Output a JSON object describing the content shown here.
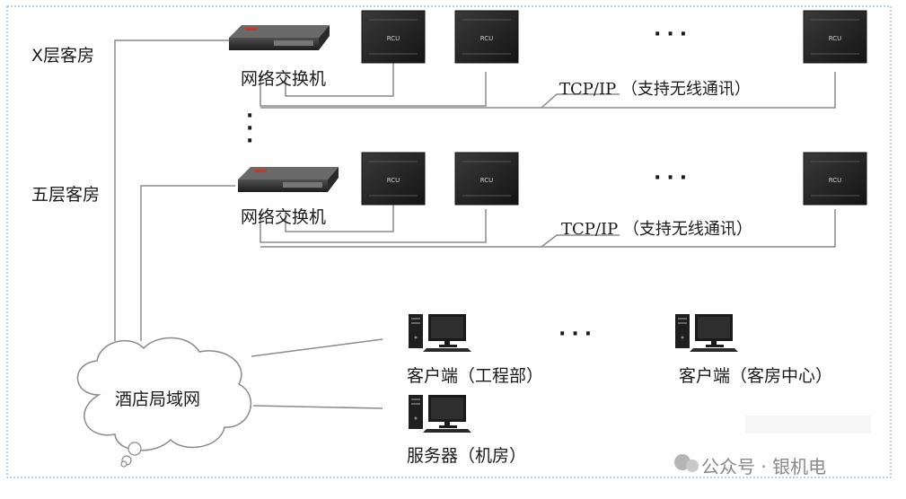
{
  "floors": {
    "top": "X层客房",
    "fifth": "五层客房"
  },
  "switch_label": "网络交换机",
  "rcu_label": "RCU",
  "tcp_label": "TCP/IP （支持无线通讯）",
  "ellipsis": "···",
  "cloud_label": "酒店局域网",
  "clients": {
    "engineering": "客户端（工程部）",
    "guestroom_center": "客户端（客房中心）",
    "server": "服务器（机房）"
  },
  "watermark": "公众号 · 银机电",
  "colors": {
    "line": "#8a8a8a",
    "rcu_panel": "#2b2b2b",
    "border": "#7da2c8"
  }
}
